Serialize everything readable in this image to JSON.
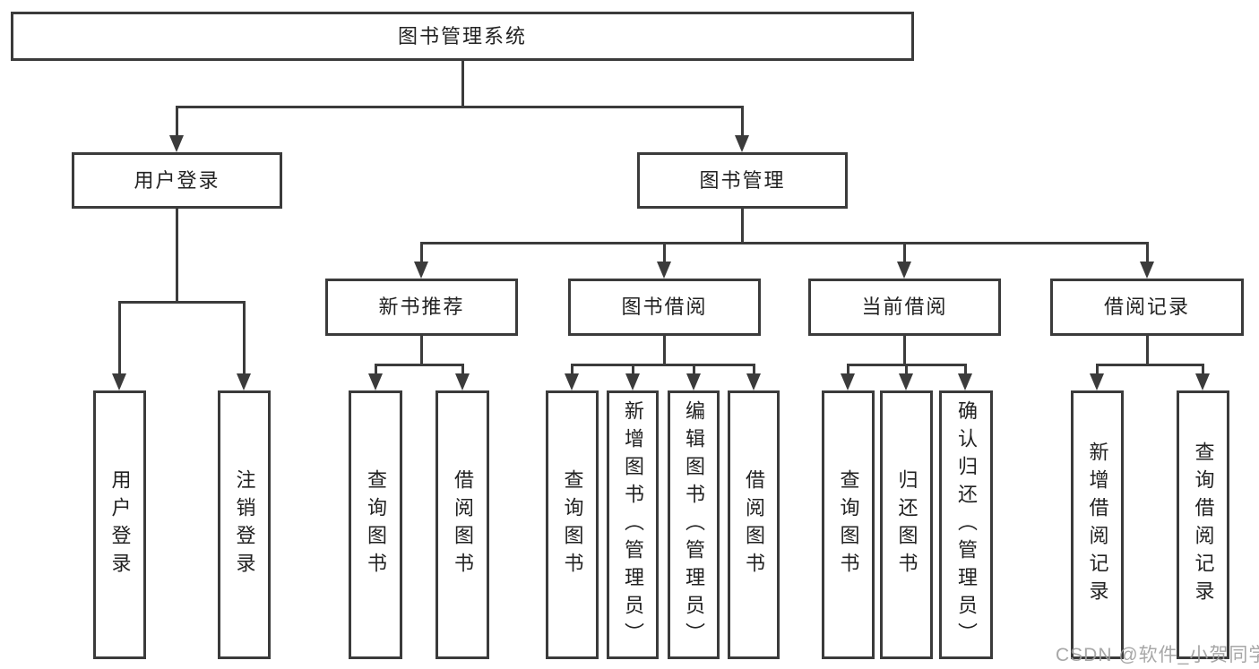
{
  "diagram_type": "hierarchy-tree",
  "tree": {
    "label": "图书管理系统",
    "children": [
      {
        "label": "用户登录",
        "children": [
          {
            "label": "用户登录"
          },
          {
            "label": "注销登录"
          }
        ]
      },
      {
        "label": "图书管理",
        "children": [
          {
            "label": "新书推荐",
            "children": [
              {
                "label": "查询图书"
              },
              {
                "label": "借阅图书"
              }
            ]
          },
          {
            "label": "图书借阅",
            "children": [
              {
                "label": "查询图书"
              },
              {
                "label": "新增图书（管理员）"
              },
              {
                "label": "编辑图书（管理员）"
              },
              {
                "label": "借阅图书"
              }
            ]
          },
          {
            "label": "当前借阅",
            "children": [
              {
                "label": "查询图书"
              },
              {
                "label": "归还图书"
              },
              {
                "label": "确认归还（管理员）"
              }
            ]
          },
          {
            "label": "借阅记录",
            "children": [
              {
                "label": "新增借阅记录"
              },
              {
                "label": "查询借阅记录"
              }
            ]
          }
        ]
      }
    ]
  },
  "watermark": {
    "text": "CSDN @软件_小贺同学"
  },
  "colors": {
    "line": "#3b3b3b",
    "box_border": "#3b3b3b",
    "text": "#222222",
    "background": "#ffffff",
    "watermark": "#9e9e9e"
  }
}
